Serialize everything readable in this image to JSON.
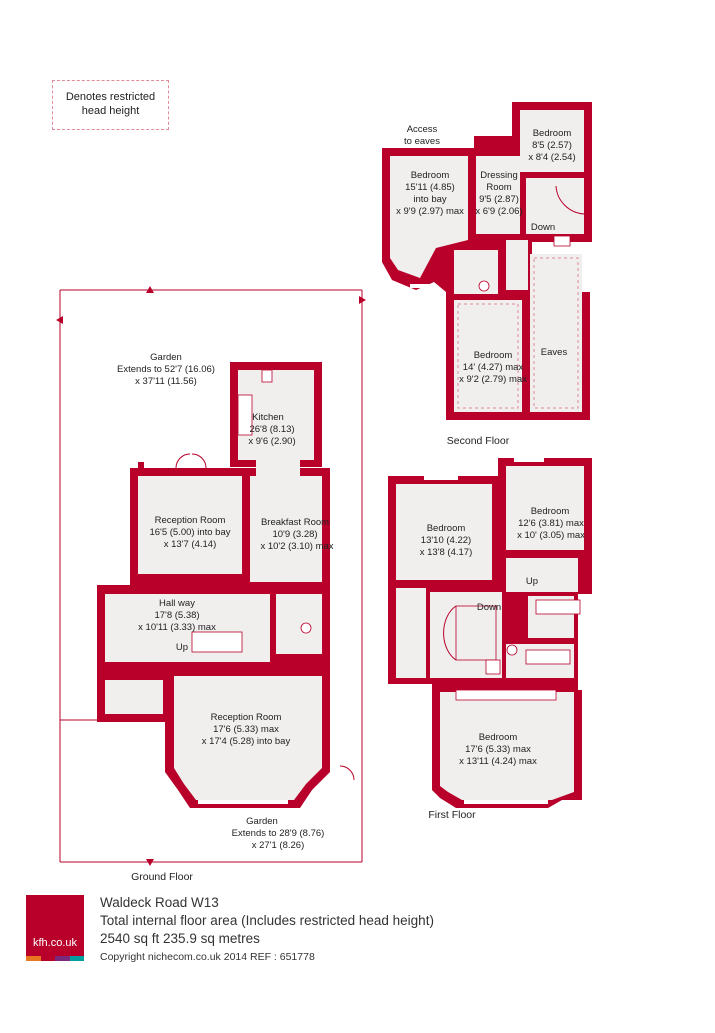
{
  "legend": {
    "line1": "Denotes restricted",
    "line2": "head height"
  },
  "ground_floor": {
    "label": "Ground Floor",
    "garden_rear": {
      "name": "Garden",
      "dim1": "Extends to 52'7 (16.06)",
      "dim2": "x 37'11 (11.56)"
    },
    "kitchen": {
      "name": "Kitchen",
      "dim1": "26'8 (8.13)",
      "dim2": "x 9'6 (2.90)"
    },
    "reception_room_1": {
      "name": "Reception Room",
      "dim1": "16'5 (5.00) into bay",
      "dim2": "x 13'7 (4.14)"
    },
    "breakfast_room": {
      "name": "Breakfast Room",
      "dim1": "10'9 (3.28)",
      "dim2": "x 10'2 (3.10) max"
    },
    "hallway": {
      "name": "Hall way",
      "dim1": "17'8 (5.38)",
      "dim2": "x 10'11 (3.33) max"
    },
    "stairs_up": "Up",
    "reception_room_2": {
      "name": "Reception Room",
      "dim1": "17'6 (5.33) max",
      "dim2": "x 17'4 (5.28) into bay"
    },
    "garden_front": {
      "name": "Garden",
      "dim1": "Extends to 28'9 (8.76)",
      "dim2": "x 27'1 (8.26)"
    }
  },
  "first_floor": {
    "label": "First Floor",
    "bedroom_1": {
      "name": "Bedroom",
      "dim1": "13'10 (4.22)",
      "dim2": "x 13'8 (4.17)"
    },
    "bedroom_2": {
      "name": "Bedroom",
      "dim1": "12'6 (3.81) max",
      "dim2": "x 10' (3.05) max"
    },
    "stairs_up": "Up",
    "stairs_down": "Down",
    "bedroom_3": {
      "name": "Bedroom",
      "dim1": "17'6 (5.33) max",
      "dim2": "x 13'11 (4.24) max"
    }
  },
  "second_floor": {
    "label": "Second Floor",
    "access": {
      "line1": "Access",
      "line2": "to eaves"
    },
    "bedroom_1": {
      "name": "Bedroom",
      "dim1": "15'11 (4.85)",
      "dim2": "into bay",
      "dim3": "x 9'9 (2.97) max"
    },
    "dressing_room": {
      "name": "Dressing",
      "name2": "Room",
      "dim1": "9'5 (2.87)",
      "dim2": "x 6'9 (2.06)"
    },
    "bedroom_2": {
      "name": "Bedroom",
      "dim1": "8'5 (2.57)",
      "dim2": "x 8'4 (2.54)"
    },
    "stairs_down": "Down",
    "bedroom_3": {
      "name": "Bedroom",
      "dim1": "14' (4.27) max",
      "dim2": "x 9'2 (2.79) max"
    },
    "eaves": "Eaves"
  },
  "footer": {
    "logo_text": "kfh.co.uk",
    "logo_color": "#b8002a",
    "logo_bars": [
      "#e87722",
      "#b8002a",
      "#7a2a7a",
      "#00a0a0"
    ],
    "address": "Waldeck Road W13",
    "area_note": "Total internal floor area (Includes restricted head height)",
    "area": "2540 sq ft 235.9 sq metres",
    "copyright": "Copyright nichecom.co.uk 2014   REF : 651778"
  }
}
